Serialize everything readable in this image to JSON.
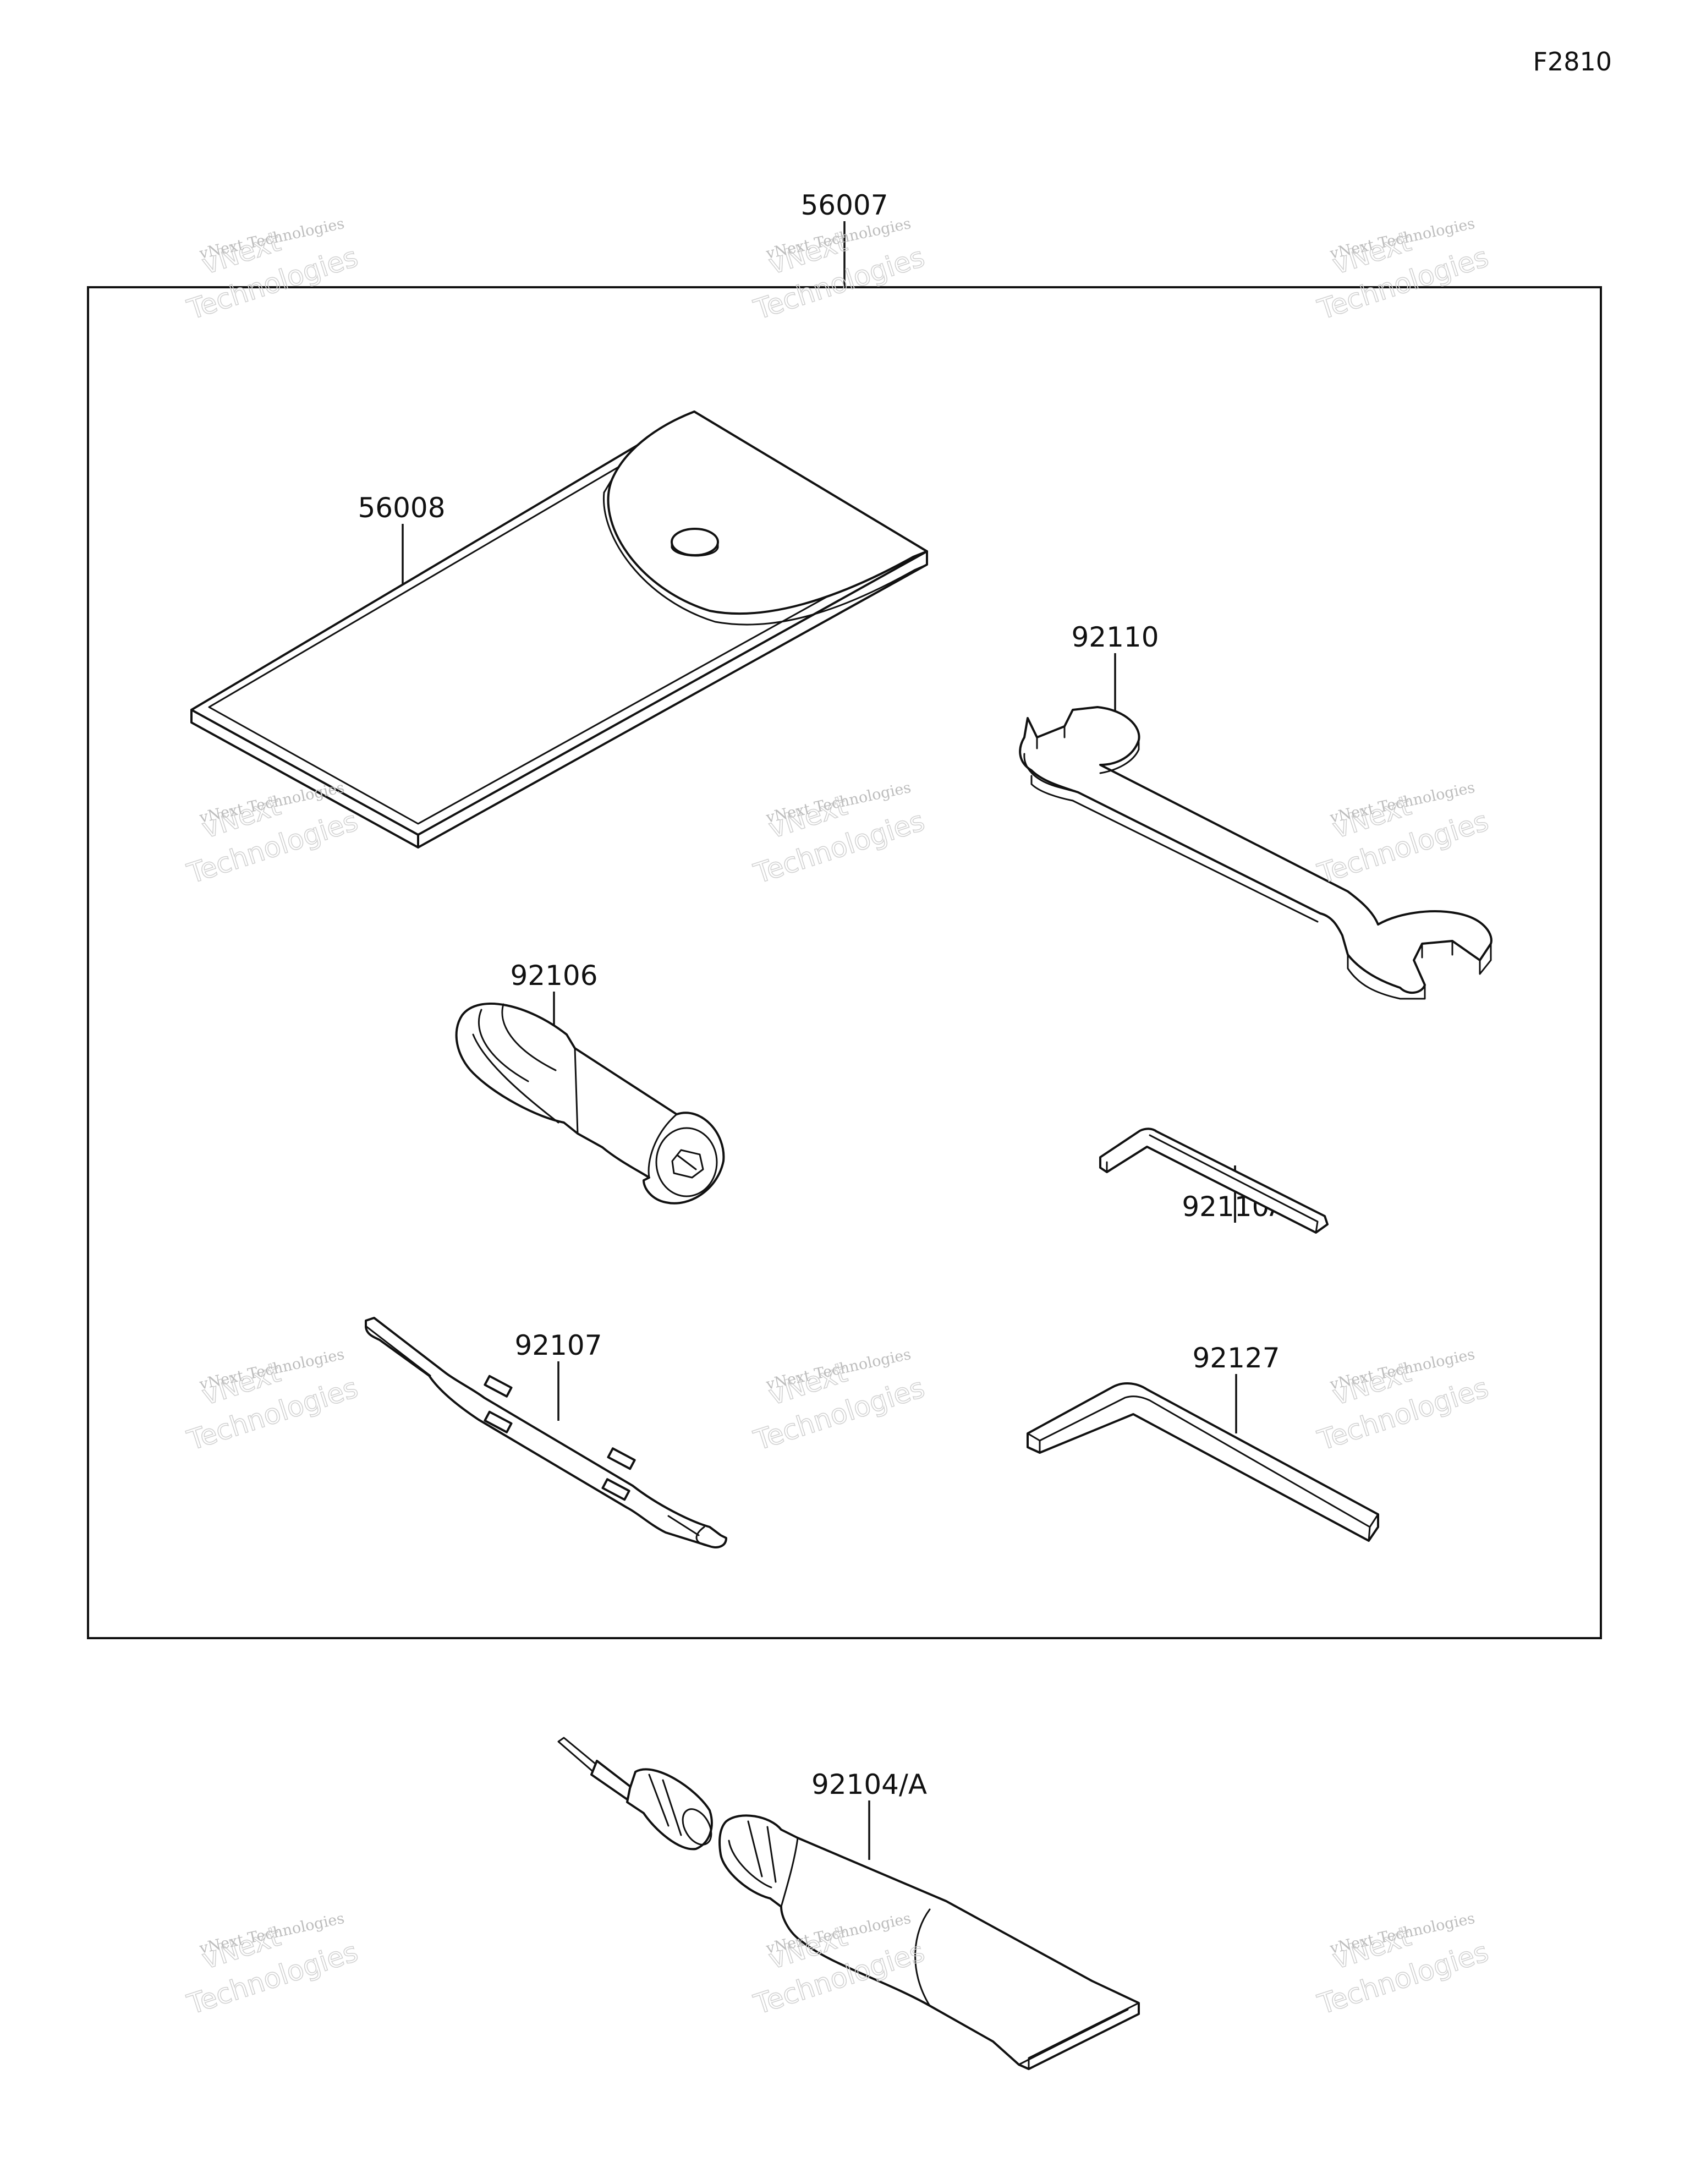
{
  "figure_code": "F2810",
  "watermark": {
    "line1": "vNext Technologies",
    "line2": "vNext",
    "line3": "Technologies"
  },
  "parts": [
    {
      "id": "kit",
      "number": "56007"
    },
    {
      "id": "pouch",
      "number": "56008"
    },
    {
      "id": "wrench",
      "number": "92110"
    },
    {
      "id": "spark-plug-wrench",
      "number": "92106"
    },
    {
      "id": "hex-key-small",
      "number": "92110A"
    },
    {
      "id": "screwdriver",
      "number": "92107"
    },
    {
      "id": "hex-key-large",
      "number": "92127"
    },
    {
      "id": "grease-tube",
      "number": "92104/A"
    }
  ]
}
